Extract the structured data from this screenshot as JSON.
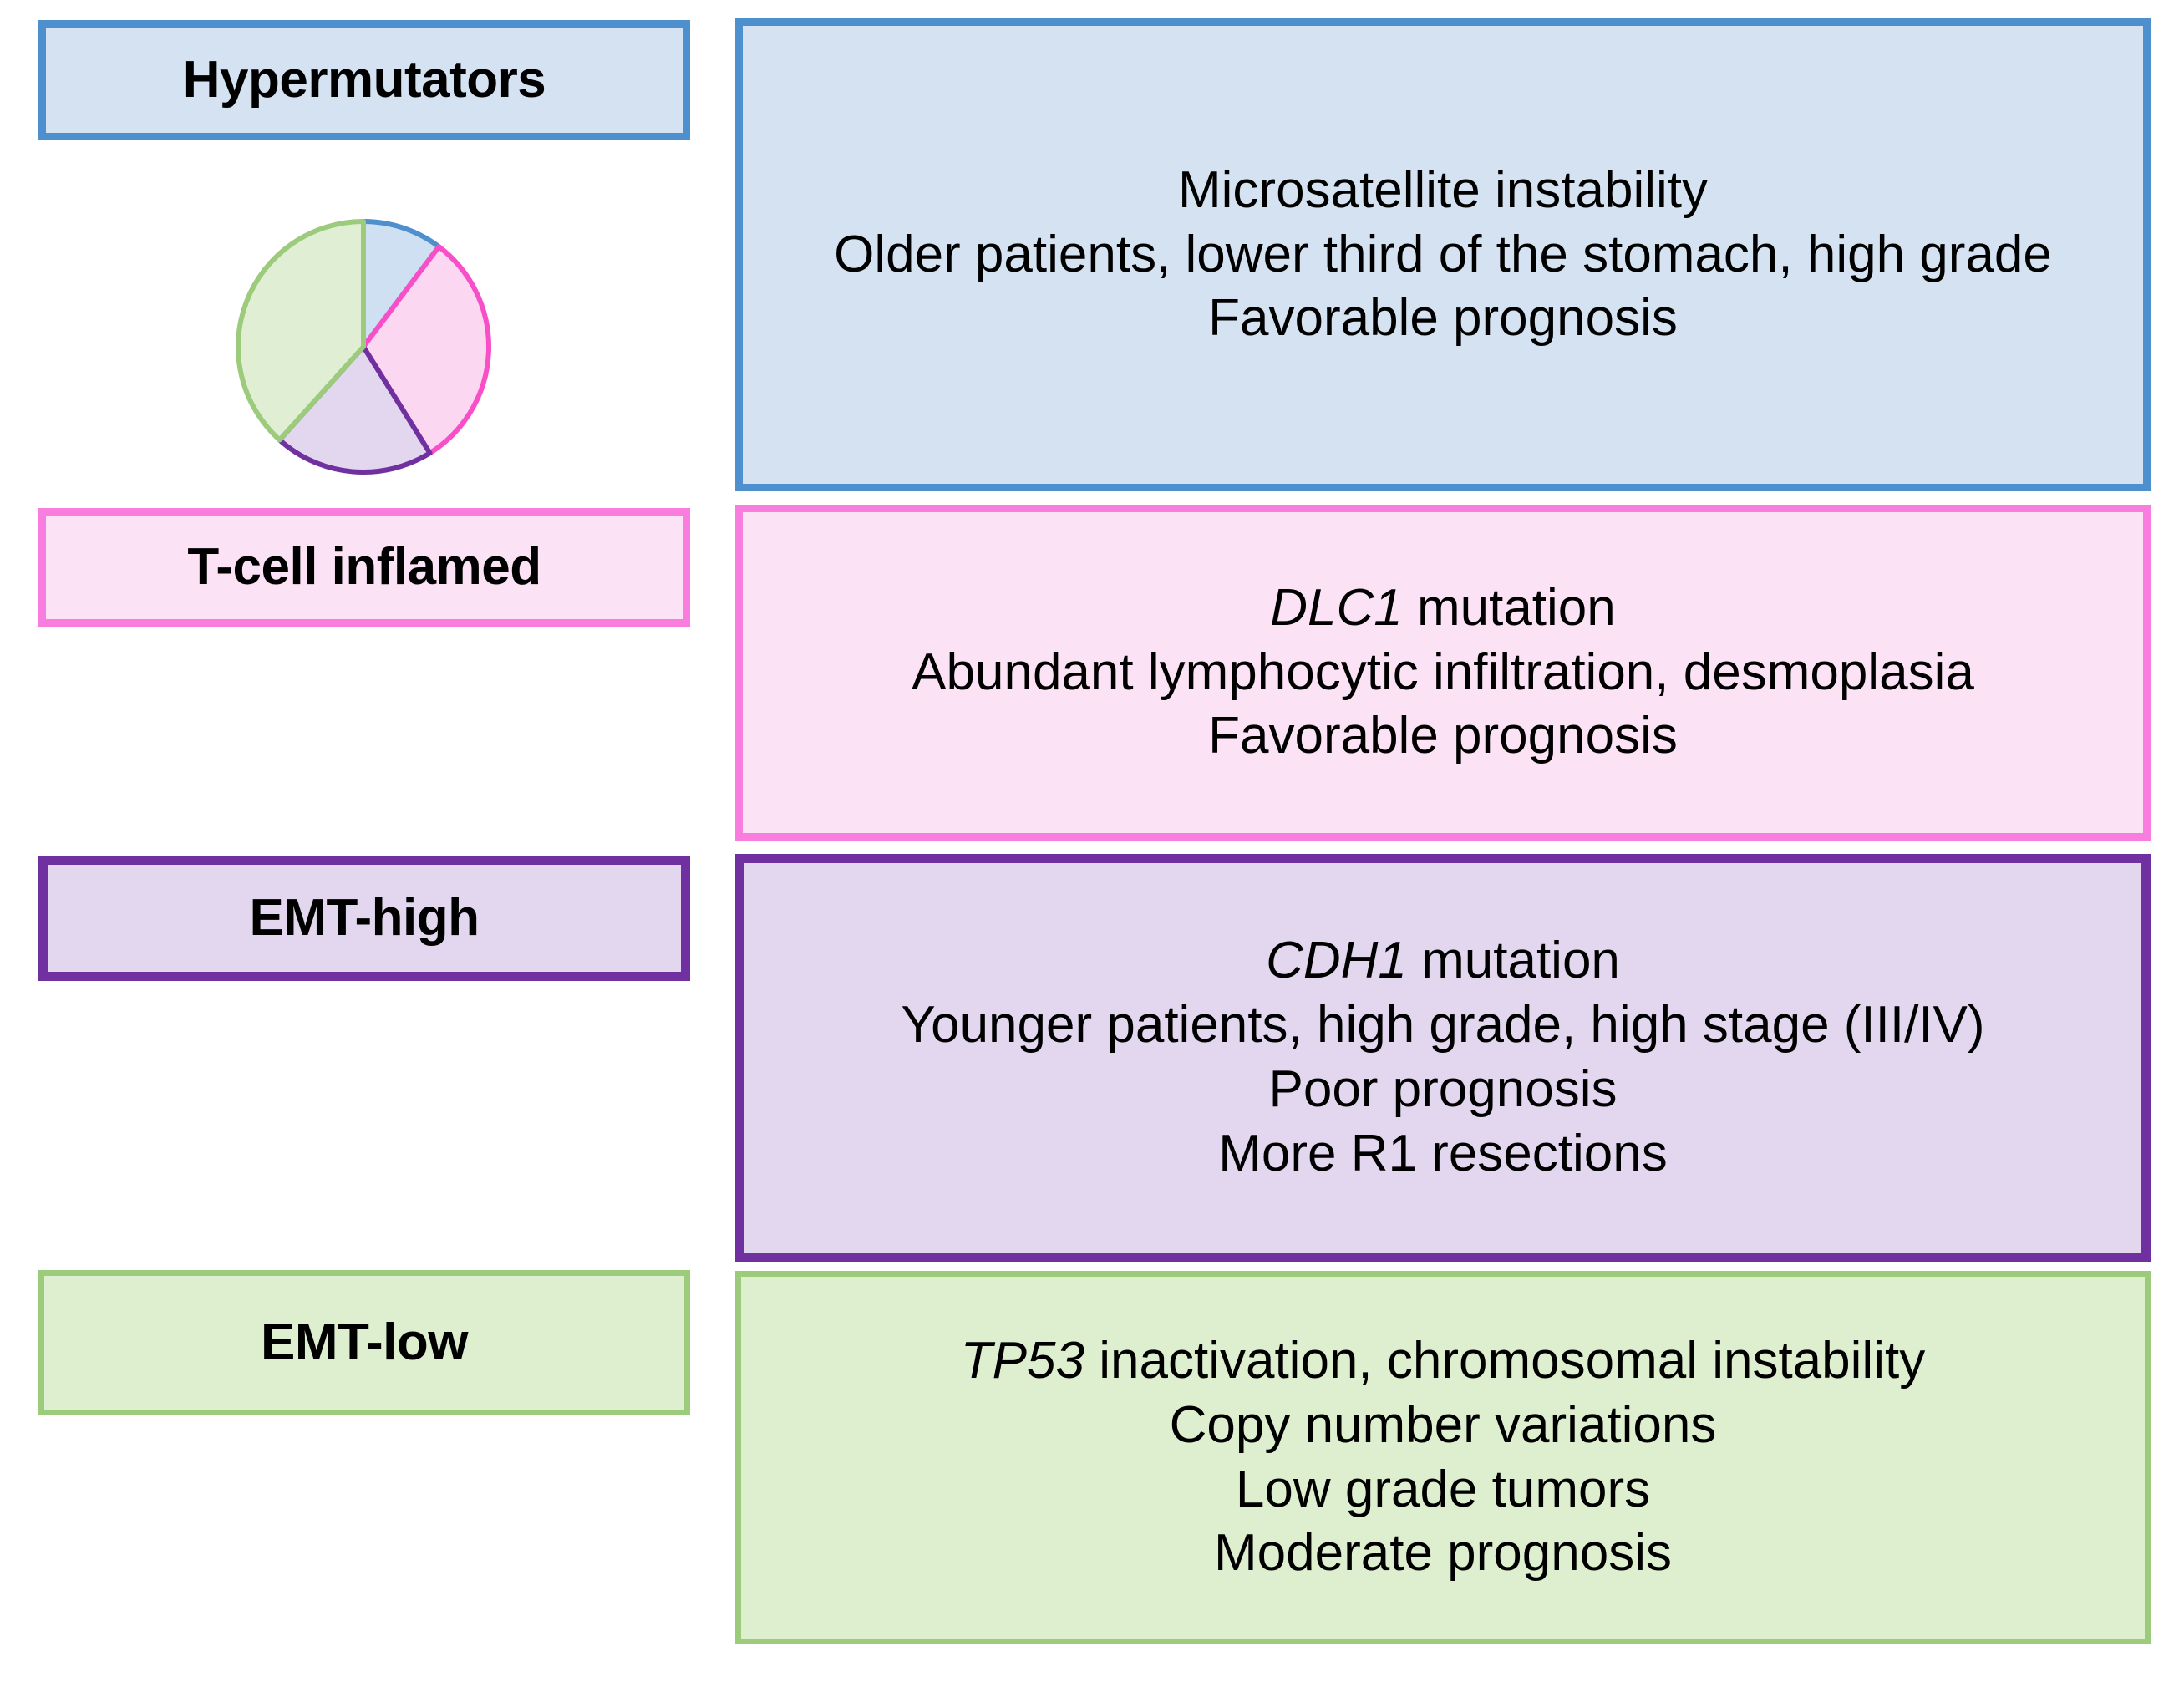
{
  "figure": {
    "type": "diagram",
    "description": "Gastric cancer molecular subtype summary with proportion pie chart"
  },
  "subtypes": [
    {
      "key": "hypermutators",
      "label": "Hypermutators",
      "border_color": "#4E90CE",
      "fill_color": "#D4E2F1",
      "lines": [
        {
          "text": "Microsatellite instability",
          "gene": ""
        },
        {
          "text": "Older patients, lower third of the stomach, high grade",
          "gene": ""
        },
        {
          "text": "Favorable prognosis",
          "gene": ""
        }
      ]
    },
    {
      "key": "t-cell-inflamed",
      "label": "T-cell inflamed",
      "border_color": "#F97DDF",
      "fill_color": "#FBE2F5",
      "lines": [
        {
          "gene": "DLC1",
          "text": " mutation"
        },
        {
          "gene": "",
          "text": "Abundant lymphocytic infiltration, desmoplasia"
        },
        {
          "gene": "",
          "text": "Favorable prognosis"
        }
      ]
    },
    {
      "key": "emt-high",
      "label": "EMT-high",
      "border_color": "#7030A0",
      "fill_color": "#E2D7EE",
      "lines": [
        {
          "gene": "CDH1",
          "text": " mutation"
        },
        {
          "gene": "",
          "text": "Younger patients, high grade, high stage (III/IV)"
        },
        {
          "gene": "",
          "text": "Poor prognosis"
        },
        {
          "gene": "",
          "text": "More R1 resections"
        }
      ]
    },
    {
      "key": "emt-low",
      "label": "EMT-low",
      "border_color": "#9CCB7C",
      "fill_color": "#DEEFCF",
      "lines": [
        {
          "gene": "TP53",
          "text": " inactivation, chromosomal instability"
        },
        {
          "gene": "",
          "text": "Copy number variations"
        },
        {
          "gene": "",
          "text": "Low grade tumors"
        },
        {
          "gene": "",
          "text": "Moderate prognosis"
        }
      ]
    }
  ],
  "chart_data": {
    "type": "pie",
    "title": "",
    "legend": "",
    "categories": [
      "Hypermutators",
      "T-cell inflamed",
      "EMT-high",
      "EMT-low"
    ],
    "values": [
      10,
      31,
      20,
      39
    ],
    "units": "percent",
    "start_angle_deg": 0,
    "direction": "clockwise",
    "slice_fills": [
      "#CFE0F2",
      "#FBD7F2",
      "#E2D7EE",
      "#E0EFD4"
    ],
    "slice_strokes": [
      "#4E90CE",
      "#F84FC8",
      "#7030A0",
      "#9CCB7C"
    ],
    "angles_deg": [
      {
        "start": 0,
        "end": 37
      },
      {
        "start": 37,
        "end": 148
      },
      {
        "start": 148,
        "end": 222
      },
      {
        "start": 222,
        "end": 360
      }
    ]
  },
  "labels": {
    "panel_hypermutators_name": "Hypermutators description panel",
    "panel_tcell_name": "T-cell inflamed description panel",
    "panel_emthigh_name": "EMT-high description panel",
    "panel_emtlow_name": "EMT-low description panel"
  }
}
